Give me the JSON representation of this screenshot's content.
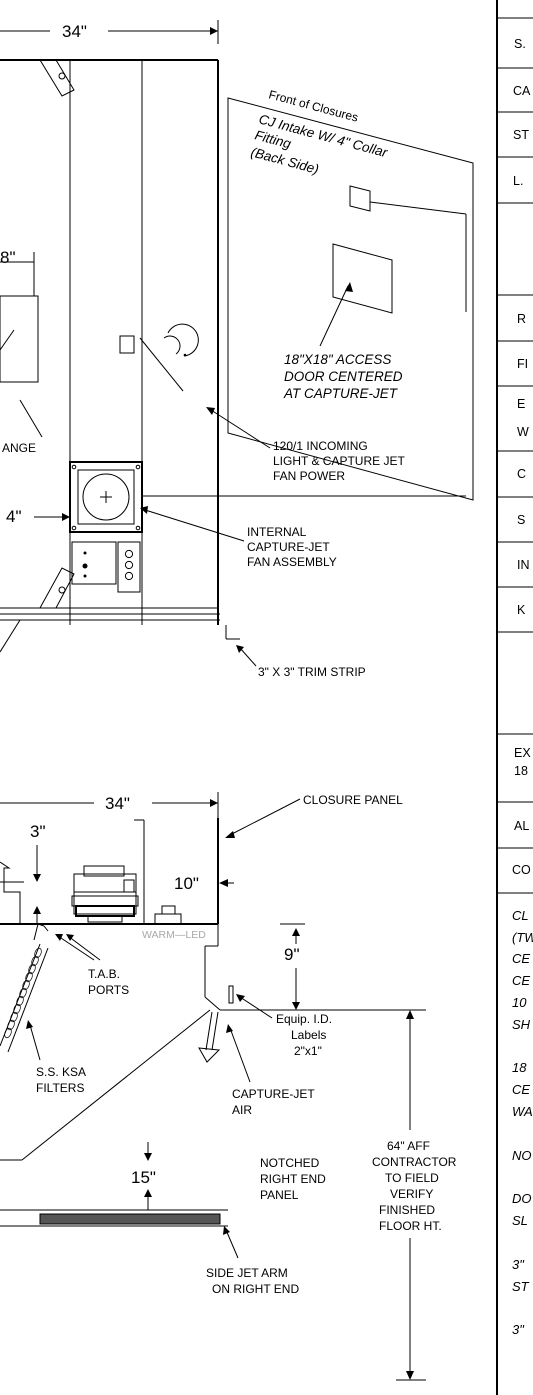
{
  "plan_view": {
    "width_dimension": "34\"",
    "partial_dimension": "8\"",
    "flange_fragment": "ANGE",
    "fan_dimension_fragment": "4\"",
    "inset": {
      "title": "Front of Closures",
      "subtitle_lines": [
        "CJ Intake W/ 4\" Collar",
        "Fitting",
        "(Back Side)"
      ],
      "access_door_lines": [
        "18\"X18\" ACCESS",
        "DOOR CENTERED",
        "AT CAPTURE-JET"
      ]
    },
    "power_label_lines": [
      "120/1 INCOMING",
      "LIGHT & CAPTURE JET",
      "FAN POWER"
    ],
    "fan_assembly_lines": [
      "INTERNAL",
      "CAPTURE-JET",
      "FAN ASSEMBLY"
    ],
    "trim_strip_label": "3\" X 3\" TRIM STRIP"
  },
  "section_view": {
    "width_dimension": "34\"",
    "closure_panel_label": "CLOSURE PANEL",
    "dim_3": "3\"",
    "dim_10": "10\"",
    "dim_9": "9\"",
    "dim_15": "15\"",
    "light_label": "WARM—LED",
    "tab_ports_lines": [
      "T.A.B.",
      "PORTS"
    ],
    "equip_id_lines": [
      "Equip. I.D.",
      "Labels",
      "2\"x1\""
    ],
    "filters_lines": [
      "S.S. KSA",
      "FILTERS"
    ],
    "capture_jet_air_lines": [
      "CAPTURE-JET",
      "AIR"
    ],
    "notched_panel_lines": [
      "NOTCHED",
      "RIGHT END",
      "PANEL"
    ],
    "floor_height_lines": [
      "64\" AFF",
      "CONTRACTOR",
      "TO FIELD",
      "VERIFY",
      "FINISHED",
      "FLOOR HT."
    ],
    "side_jet_lines": [
      "SIDE JET ARM",
      "ON RIGHT END"
    ]
  },
  "spec_table": {
    "rows": [
      "S.",
      "CA",
      "ST",
      "L.",
      "R",
      "FI",
      "E",
      "W",
      "C",
      "S",
      "IN",
      "K",
      "EX",
      "18",
      "AL",
      "CO"
    ],
    "notes": [
      "CL",
      "(TW",
      "CE",
      "CE",
      "10",
      "SH",
      "18",
      "CE",
      "WA",
      "NO",
      "DO",
      "SL",
      "3\"",
      "ST",
      "3\""
    ]
  }
}
